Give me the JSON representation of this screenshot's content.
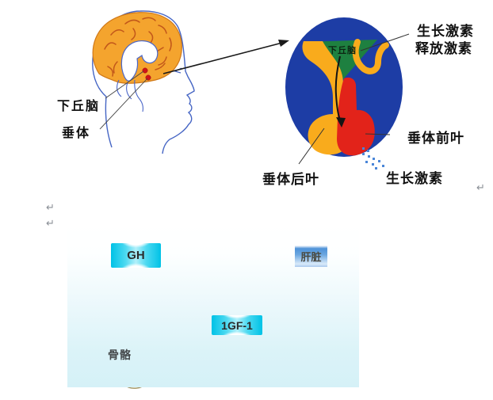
{
  "colors": {
    "oval_blue": "#1d3da5",
    "hypothalamus_green": "#1e8040",
    "pituitary_yellow": "#f9ab1c",
    "anterior_red": "#e2231a",
    "hormone_dot_blue": "#4a86d8",
    "brain_orange": "#f4a42e",
    "cyan_box": "#00c2e6",
    "panel_blue": "#d5f1f7",
    "liver_orange": "#f3875a",
    "liver_label_blue": "#4e92d8",
    "marker_red": "#cf1418"
  },
  "top_figure": {
    "head": {
      "hypothalamus_label": "下丘脑",
      "pituitary_label": "垂体"
    },
    "oval": {
      "hypothalamus_tag": "下丘脑",
      "ghrh_line1": "生长激素",
      "ghrh_line2": "释放激素",
      "anterior_lobe_label": "垂体前叶",
      "posterior_lobe_label": "垂体后叶",
      "growth_hormone_label": "生长激素"
    },
    "return_mark": "↵"
  },
  "bottom_figure": {
    "gh_box_label": "GH",
    "liver_label": "肝脏",
    "igf1_box_label": "1GF-1",
    "bone_label": "骨骼",
    "return_marks": [
      "↵",
      "↵"
    ]
  }
}
